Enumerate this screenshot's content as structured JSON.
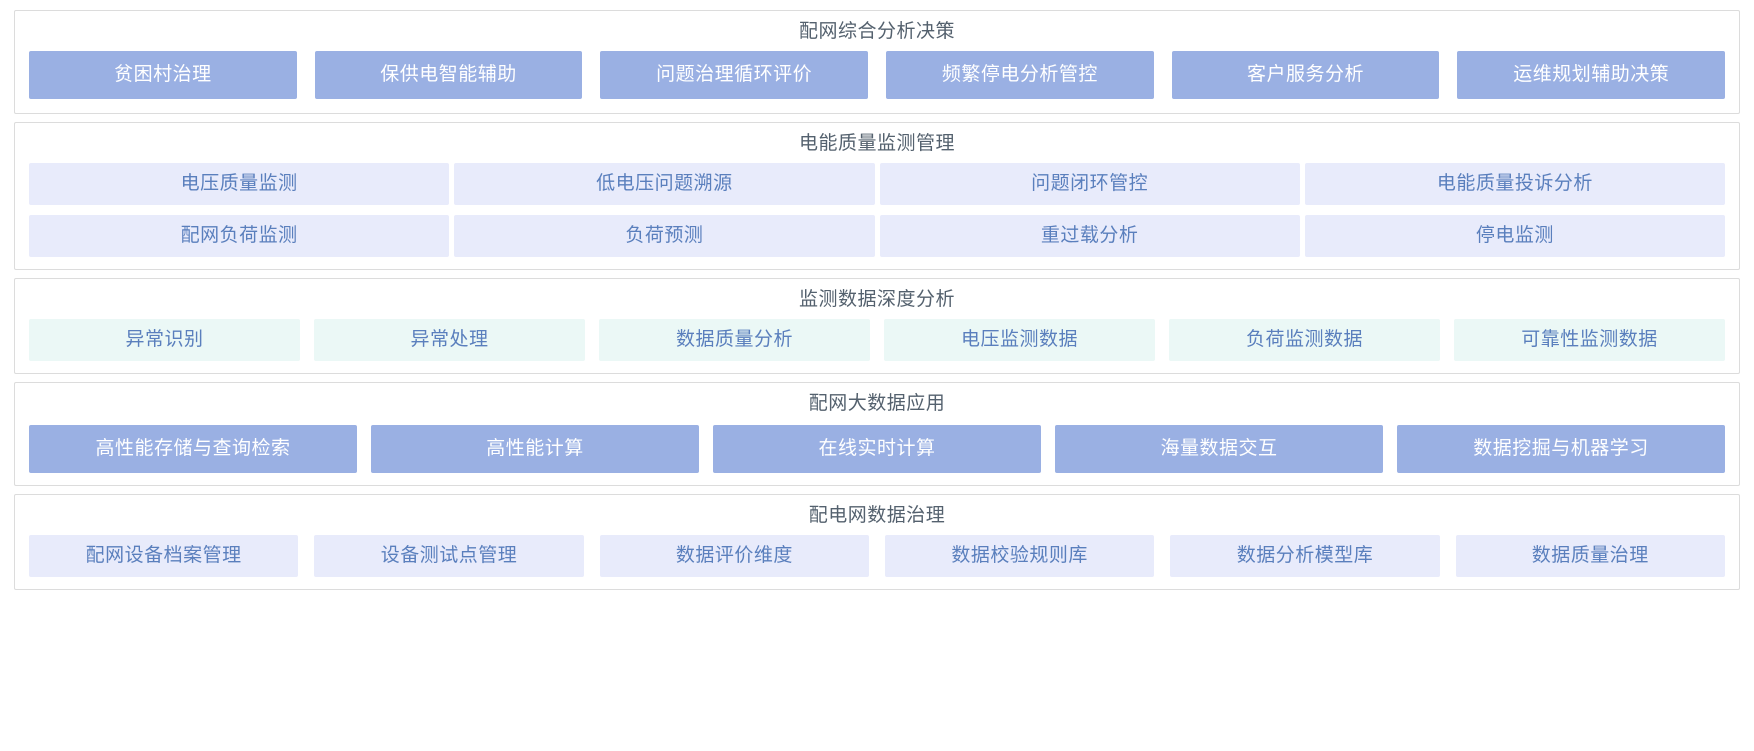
{
  "page": {
    "background_color": "#ffffff",
    "panel_border_color": "#dcdcdc",
    "title_color": "#54616e",
    "solid_blue": "#9ab0e3",
    "pale_lavender": "#e8ebfb",
    "pale_mint": "#ebf8f6",
    "chip_text_blue": "#5a7fbd",
    "chip_text_white": "#ffffff"
  },
  "panels": [
    {
      "title": "配网综合分析决策",
      "style": "solid-blue",
      "rows": [
        [
          {
            "label": "贫困村治理"
          },
          {
            "label": "保供电智能辅助"
          },
          {
            "label": "问题治理循环评价"
          },
          {
            "label": "频繁停电分析管控"
          },
          {
            "label": "客户服务分析"
          },
          {
            "label": "运维规划辅助决策"
          }
        ]
      ]
    },
    {
      "title": "电能质量监测管理",
      "style": "pale-lavender",
      "rows": [
        [
          {
            "label": "电压质量监测"
          },
          {
            "label": "低电压问题溯源"
          },
          {
            "label": "问题闭环管控"
          },
          {
            "label": "电能质量投诉分析"
          }
        ],
        [
          {
            "label": "配网负荷监测"
          },
          {
            "label": "负荷预测"
          },
          {
            "label": "重过载分析"
          },
          {
            "label": "停电监测"
          }
        ]
      ]
    },
    {
      "title": "监测数据深度分析",
      "style": "pale-mint",
      "rows": [
        [
          {
            "label": "异常识别"
          },
          {
            "label": "异常处理"
          },
          {
            "label": "数据质量分析"
          },
          {
            "label": "电压监测数据"
          },
          {
            "label": "负荷监测数据"
          },
          {
            "label": "可靠性监测数据"
          }
        ]
      ]
    },
    {
      "title": "配网大数据应用",
      "style": "solid-blue",
      "rows": [
        [
          {
            "label": "高性能存储与查询检索"
          },
          {
            "label": "高性能计算"
          },
          {
            "label": "在线实时计算"
          },
          {
            "label": "海量数据交互"
          },
          {
            "label": "数据挖掘与机器学习"
          }
        ]
      ]
    },
    {
      "title": "配电网数据治理",
      "style": "pale-lavender",
      "rows": [
        [
          {
            "label": "配网设备档案管理"
          },
          {
            "label": "设备测试点管理"
          },
          {
            "label": "数据评价维度"
          },
          {
            "label": "数据校验规则库"
          },
          {
            "label": "数据分析模型库"
          },
          {
            "label": "数据质量治理"
          }
        ]
      ]
    }
  ]
}
